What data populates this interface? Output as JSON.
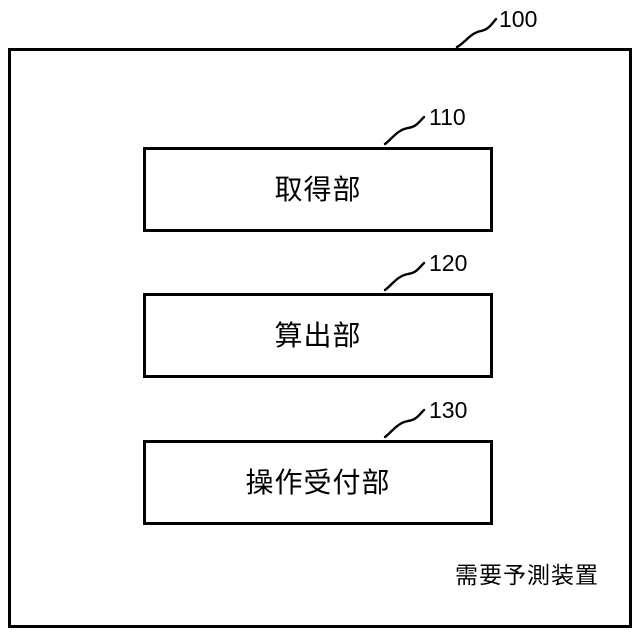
{
  "figure": {
    "device": {
      "ref": "100",
      "caption": "需要予測装置"
    },
    "components": [
      {
        "ref": "110",
        "label": "取得部"
      },
      {
        "ref": "120",
        "label": "算出部"
      },
      {
        "ref": "130",
        "label": "操作受付部"
      }
    ],
    "colors": {
      "line": "#000000",
      "background": "#ffffff"
    }
  }
}
